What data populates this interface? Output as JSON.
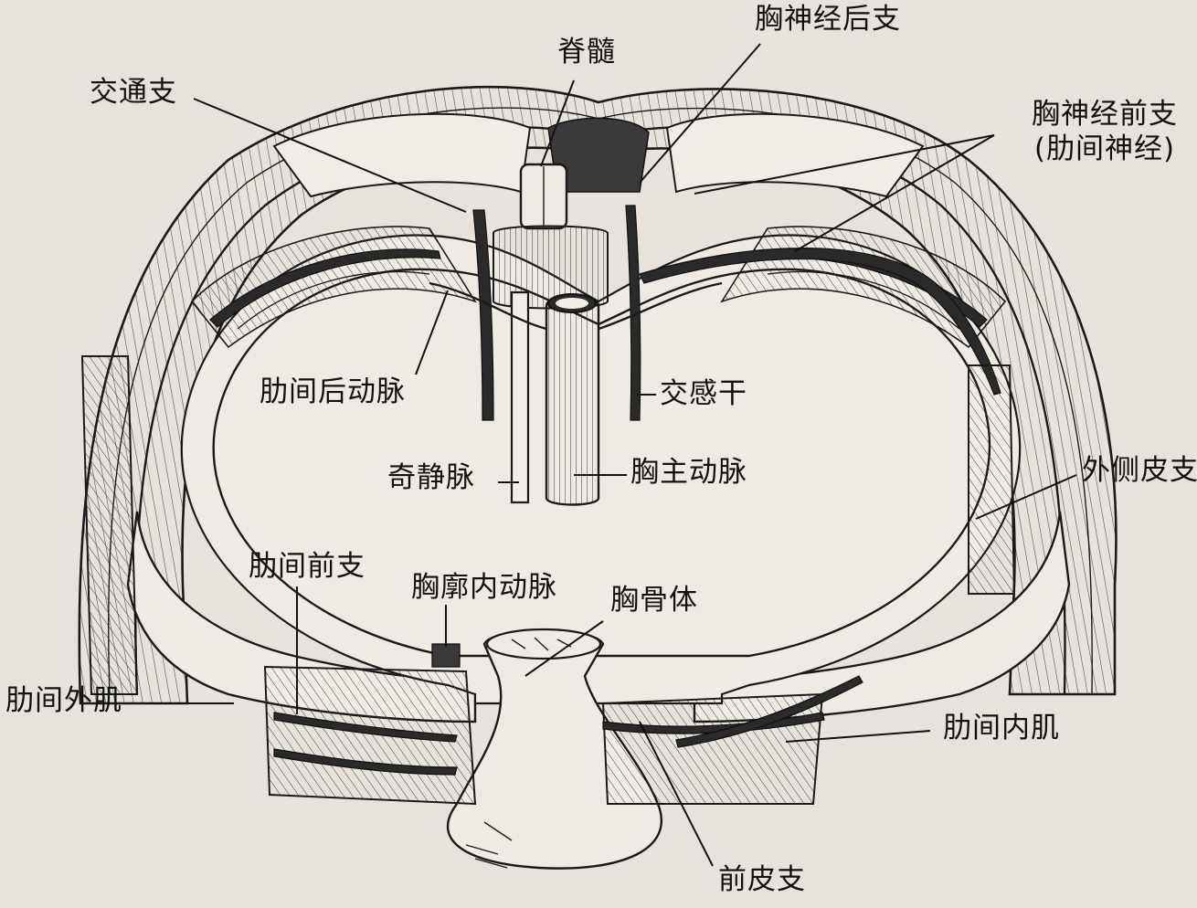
{
  "labels": {
    "thoracic_posterior_branch": "胸神经后支",
    "spinal_cord": "脊髓",
    "communicating_branch": "交通支",
    "thoracic_anterior_branch": "胸神经前支",
    "intercostal_nerve": "(肋间神经)",
    "posterior_intercostal_artery": "肋间后动脉",
    "sympathetic_trunk": "交感干",
    "azygos_vein": "奇静脉",
    "thoracic_aorta": "胸主动脉",
    "lateral_cutaneous_branch": "外侧皮支",
    "intercostal_anterior_branch": "肋间前支",
    "internal_thoracic_artery": "胸廓内动脉",
    "sternum_body": "胸骨体",
    "external_intercostal_muscle": "肋间外肌",
    "internal_intercostal_muscle": "肋间内肌",
    "anterior_cutaneous_branch": "前皮支"
  }
}
